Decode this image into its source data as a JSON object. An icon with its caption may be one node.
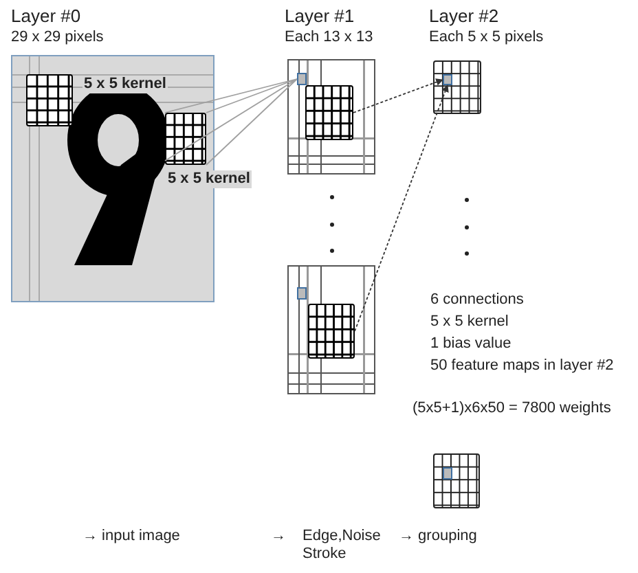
{
  "diagram": {
    "nodes": [
      {
        "text": [
          "Layer #0",
          "29 x 29 pixels"
        ]
      },
      {
        "text": [],
        "shape": "box",
        "in": 0,
        "beside": [
          "5 x 5 kernel"
        ]
      },
      {
        "text": [],
        "shape": "box",
        "in": 0,
        "beside": [
          "5 x 5 kernel"
        ]
      },
      {
        "text": [
          "Layer #1",
          "Each 13 x 13"
        ]
      },
      {
        "text": [],
        "shape": "box",
        "in": 3
      },
      {
        "text": [],
        "shape": "box",
        "in": 3
      },
      {
        "text": [
          "Layer #2",
          "Each 5 x 5 pixels"
        ]
      },
      {
        "text": [],
        "shape": "box",
        "in": 6
      },
      {
        "text": [],
        "shape": "box"
      },
      {
        "text": [],
        "shape": "box",
        "in": 8
      },
      {
        "text": [],
        "shape": "box"
      }
    ],
    "edges": [
      {
        "from": 2,
        "to": 4,
        "arrow": "none",
        "color": "#a0a0a0"
      },
      {
        "from": 5,
        "to": 7,
        "arrow": "to",
        "style": "dashed"
      },
      {
        "from": 9,
        "to": 7,
        "arrow": "to",
        "style": "dashed"
      }
    ],
    "labels": [
      "6 connections",
      "5 x 5 kernel",
      "1 bias value",
      "50 feature maps in layer #2",
      "(5x5+1)x6x50 = 7800 weights",
      "→ input image",
      "→",
      "Edge,Noise Stroke",
      "→ grouping"
    ]
  }
}
